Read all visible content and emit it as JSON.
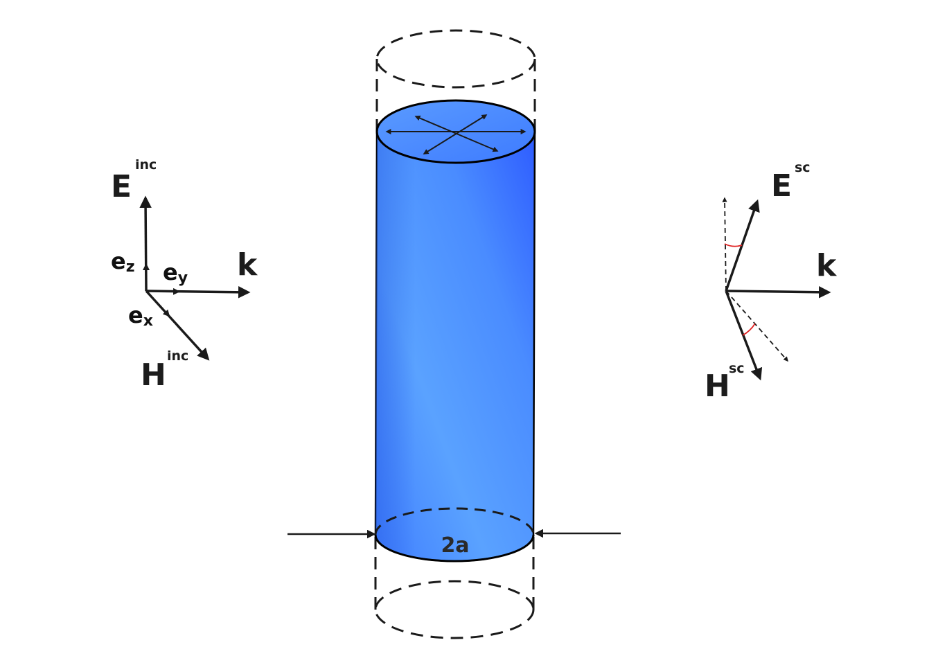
{
  "incident": {
    "field_E": {
      "base": "E",
      "sup": "inc"
    },
    "field_H": {
      "base": "H",
      "sup": "inc"
    },
    "wavevector": "k",
    "basis": {
      "ez": {
        "base": "e",
        "sub": "z"
      },
      "ey": {
        "base": "e",
        "sub": "y"
      },
      "ex": {
        "base": "e",
        "sub": "x"
      }
    }
  },
  "scattered": {
    "field_E": {
      "base": "E",
      "sup": "sc"
    },
    "field_H": {
      "base": "H",
      "sup": "sc"
    },
    "wavevector": "k"
  },
  "cylinder": {
    "diameter_label": "2a",
    "colors": {
      "fill_light": "#5aa2ff",
      "fill_mid": "#4a8cff",
      "fill_dark": "#2e5cff",
      "rim": "#000000"
    }
  },
  "colors": {
    "arrow": "#1a1a1a",
    "angle_marker": "#e02020"
  }
}
